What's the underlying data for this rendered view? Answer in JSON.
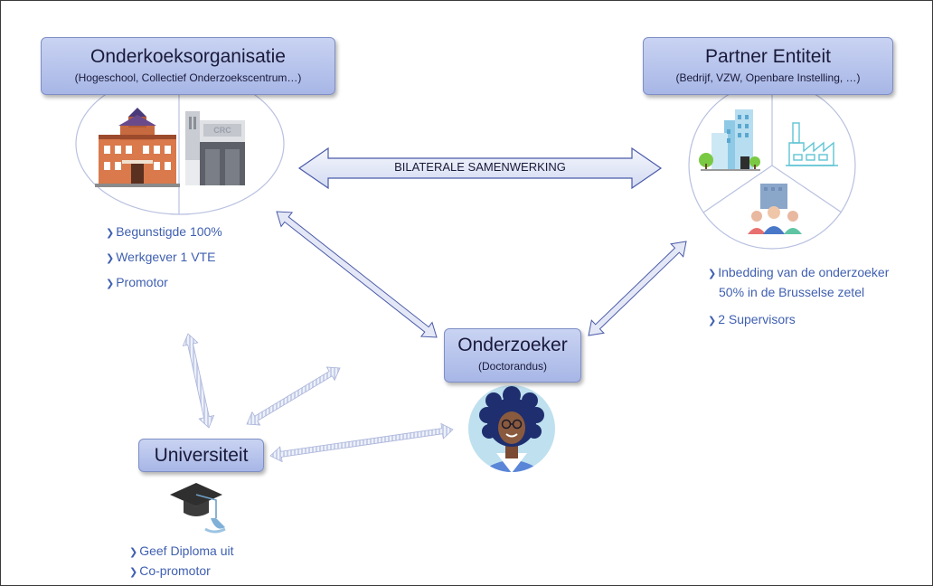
{
  "research_org": {
    "title": "Onderkoeksorganisatie",
    "subtitle": "(Hogeschool, Collectief Onderzoekscentrum…)",
    "building_label": "CRC",
    "bullets": [
      "Begunstigde 100%",
      "Werkgever  1 VTE",
      "Promotor"
    ]
  },
  "partner": {
    "title": "Partner Entiteit",
    "subtitle": "(Bedrijf, VZW, Openbare Instelling, …)",
    "bullets": [
      "Inbedding van de onderzoeker",
      "50% in de Brusselse zetel",
      "2 Supervisors"
    ]
  },
  "collaboration": {
    "label": "BILATERALE SAMENWERKING"
  },
  "researcher": {
    "title": "Onderzoeker",
    "subtitle": "(Doctorandus)"
  },
  "university": {
    "title": "Universiteit",
    "bullets": [
      "Geef Diploma uit",
      "Co-promotor"
    ]
  },
  "colors": {
    "box_fill": "#b8c4ee",
    "box_border": "#7f8fc6",
    "bullet_text": "#3f5fb0",
    "arrow_fill": "#e4e8f6",
    "arrow_stroke": "#4a5aa8"
  },
  "icons": {
    "school": "school-building-icon",
    "research_center": "research-center-building-icon",
    "office": "office-building-icon",
    "factory": "factory-icon",
    "people": "people-group-icon",
    "graduation": "graduation-cap-icon",
    "researcher": "researcher-avatar-icon"
  }
}
